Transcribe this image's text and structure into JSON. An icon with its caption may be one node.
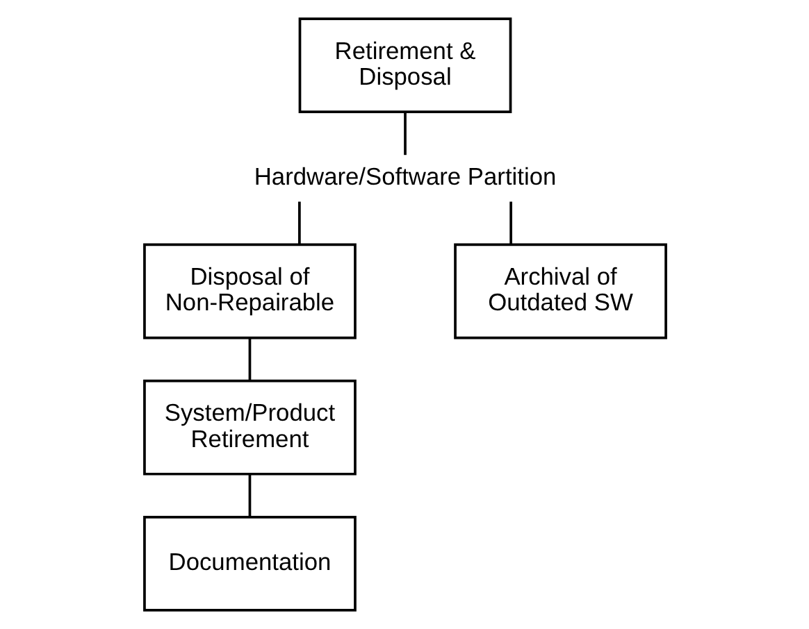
{
  "diagram": {
    "nodes": [
      {
        "text": [
          "Retirement & Disposal"
        ]
      },
      {
        "text": [
          "Hardware/Software Partition"
        ]
      },
      {
        "text": [
          "Disposal of Non-Repairable"
        ]
      },
      {
        "text": [
          "Archival of Outdated SW"
        ]
      },
      {
        "text": [
          "System/Product Retirement"
        ]
      },
      {
        "text": [
          "Documentation"
        ]
      }
    ],
    "edges": [
      {
        "from": 0,
        "to": 1,
        "arrow": "none"
      },
      {
        "from": 1,
        "to": 2,
        "arrow": "none"
      },
      {
        "from": 1,
        "to": 3,
        "arrow": "none"
      },
      {
        "from": 2,
        "to": 4,
        "arrow": "none"
      },
      {
        "from": 4,
        "to": 5,
        "arrow": "none"
      }
    ]
  }
}
